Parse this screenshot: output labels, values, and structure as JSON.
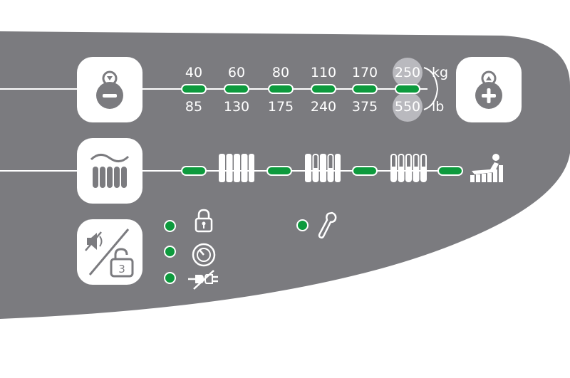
{
  "weight": {
    "kg_values": [
      "40",
      "60",
      "80",
      "110",
      "170",
      "250"
    ],
    "lb_values": [
      "85",
      "130",
      "175",
      "240",
      "375",
      "550"
    ],
    "kg_unit": "kg",
    "lb_unit": "lb"
  },
  "lock_button_digit": "3",
  "colors": {
    "panel": "#7b7b7f",
    "led": "#0d9a3d",
    "highlight": "#b9b9be",
    "white": "#ffffff"
  },
  "icons": {
    "weight_minus": "weight-minus-icon",
    "weight_plus": "weight-plus-icon",
    "mattress_mode": "mattress-wave-icon",
    "mute_lock": "mute-lock-icon",
    "lock": "padlock-icon",
    "gauge": "gauge-icon",
    "unplugged": "unplugged-icon",
    "service": "wrench-icon"
  }
}
